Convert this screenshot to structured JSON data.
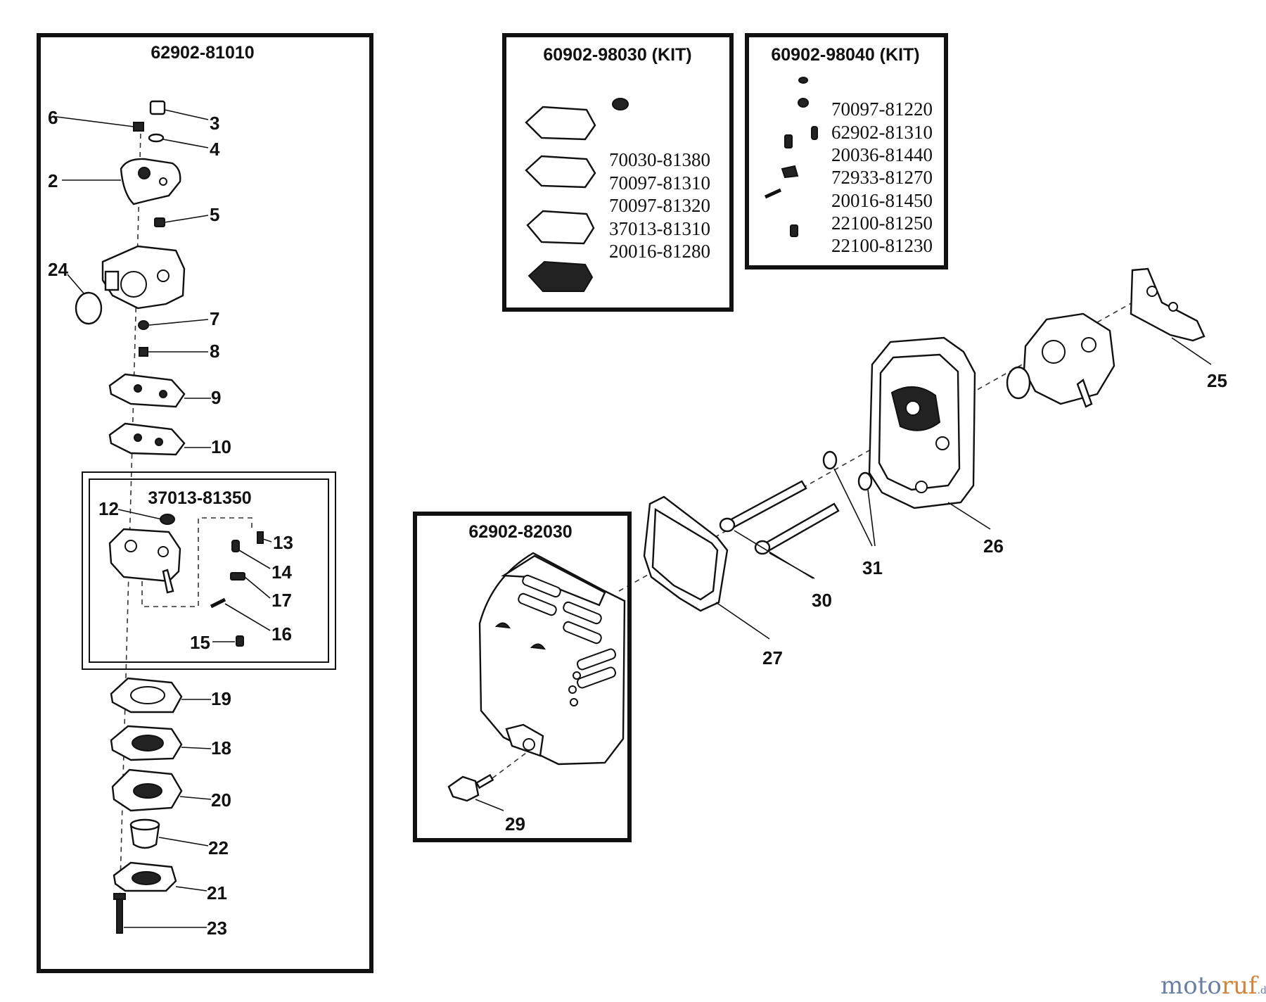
{
  "boxes": {
    "carburetor_title": "62902-81010",
    "kit_a_title": "60902-98030 (KIT)",
    "kit_b_title": "60902-98040 (KIT)",
    "subassembly_title": "37013-81350",
    "cover_title": "62902-82030"
  },
  "kit_a_parts": [
    "70030-81380",
    "70097-81310",
    "70097-81320",
    "37013-81310",
    "20016-81280"
  ],
  "kit_b_parts": [
    "70097-81220",
    "62902-81310",
    "20036-81440",
    "72933-81270",
    "20016-81450",
    "22100-81250",
    "22100-81230"
  ],
  "callouts": {
    "c2": "2",
    "c3": "3",
    "c4": "4",
    "c5": "5",
    "c6": "6",
    "c7": "7",
    "c8": "8",
    "c9": "9",
    "c10": "10",
    "c12": "12",
    "c13": "13",
    "c14": "14",
    "c15": "15",
    "c16": "16",
    "c17": "17",
    "c18": "18",
    "c19": "19",
    "c20": "20",
    "c21": "21",
    "c22": "22",
    "c23": "23",
    "c24": "24",
    "c25": "25",
    "c26": "26",
    "c27": "27",
    "c29": "29",
    "c30": "30",
    "c31": "31"
  },
  "watermark": {
    "part1": "moto",
    "part2": "ruf",
    "suffix": ".de"
  }
}
